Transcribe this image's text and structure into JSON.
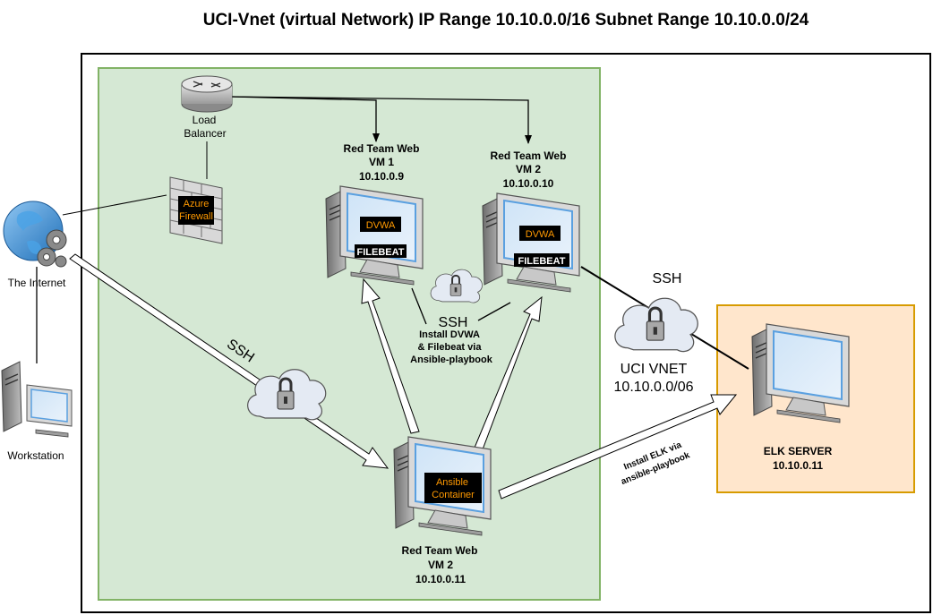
{
  "title": "UCI-Vnet (virtual Network) IP Range 10.10.0.0/16 Subnet Range 10.10.0.0/24",
  "nodes": {
    "load_balancer": {
      "line1": "Load",
      "line2": "Balancer"
    },
    "firewall": {
      "line1": "Azure",
      "line2": "Firewall"
    },
    "internet": {
      "label": "The Internet"
    },
    "workstation": {
      "label": "Workstation"
    },
    "vm1": {
      "line1": "Red Team Web",
      "line2": "VM 1",
      "ip": "10.10.0.9",
      "app1": "DVWA",
      "app2": "FILEBEAT"
    },
    "vm2": {
      "line1": "Red Team Web",
      "line2": "VM 2",
      "ip": "10.10.0.10",
      "app1": "DVWA",
      "app2": "FILEBEAT"
    },
    "ansible_vm": {
      "line1": "Red Team Web",
      "line2": "VM 2",
      "ip": "10.10.0.11",
      "app1": "Ansible",
      "app2": "Container"
    },
    "elk": {
      "name": "ELK SERVER",
      "ip": "10.10.0.11"
    }
  },
  "labels": {
    "ssh_internet": "SSH",
    "ssh_between_vms": "SSH",
    "ssh_elk": "SSH",
    "install_dvwa_1": "Install DVWA",
    "install_dvwa_2": "& Filebeat via",
    "install_dvwa_3": "Ansible-playbook",
    "install_elk_1": "Install ELK via",
    "install_elk_2": "ansible-playbook",
    "vnet_1": "UCI VNET",
    "vnet_2": "10.10.0.0/06"
  },
  "colors": {
    "subnet_fill": "#d5e8d4",
    "subnet_stroke": "#82b366",
    "elk_fill": "#ffe6cc",
    "elk_stroke": "#d79b00",
    "tag_bg": "#000000",
    "tag_orange": "#ff9900",
    "monitor_blue": "#5aa0e0",
    "cloud_fill": "#e4eaf3"
  },
  "icons": {
    "router": "router-icon",
    "firewall": "firewall-icon",
    "globe": "globe-gear-icon",
    "workstation": "workstation-icon",
    "server": "server-monitor-icon",
    "cloud": "cloud-lock-icon"
  }
}
